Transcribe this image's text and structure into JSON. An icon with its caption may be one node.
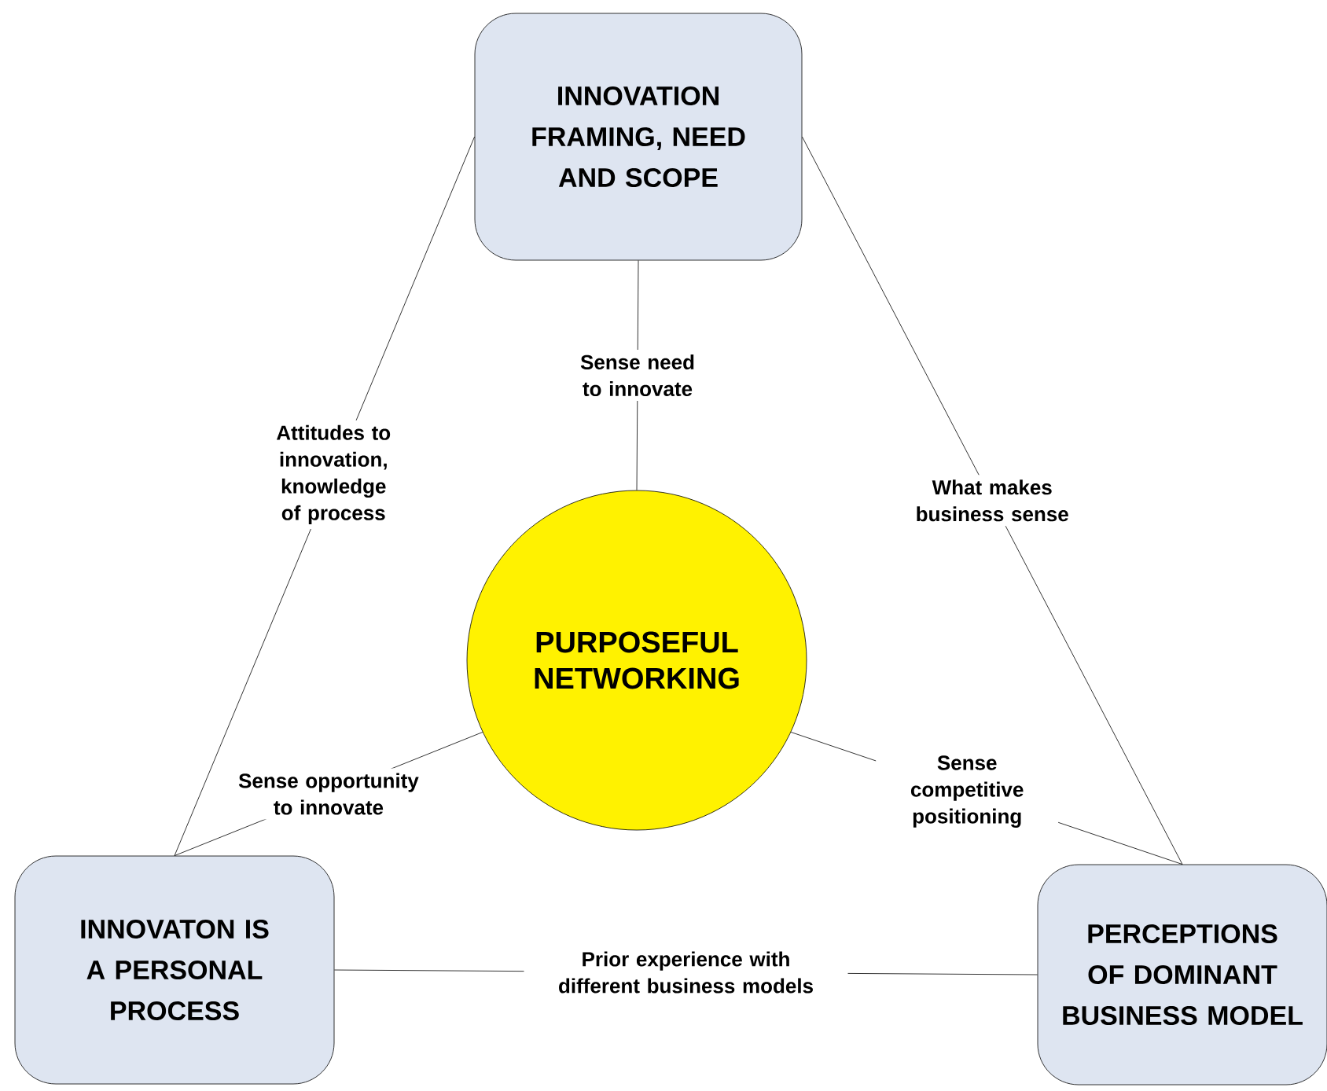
{
  "diagram": {
    "nodes": [
      {
        "text": [
          "INNOVATION FRAMING, NEED AND SCOPE"
        ]
      },
      {
        "text": [
          "PURPOSEFUL NETWORKING"
        ]
      },
      {
        "text": [
          "INNOVATON IS A PERSONAL PROCESS"
        ]
      },
      {
        "text": [
          "PERCEPTIONS OF DOMINANT BUSINESS MODEL"
        ]
      }
    ],
    "edges": [
      {
        "from": 0,
        "to": 1,
        "arrow": "none",
        "label": "Sense need to innovate"
      },
      {
        "from": 0,
        "to": 2,
        "arrow": "none",
        "label": "Attitudes to innovation, knowledge of process"
      },
      {
        "from": 0,
        "to": 3,
        "arrow": "none",
        "label": "What makes business sense"
      },
      {
        "from": 1,
        "to": 2,
        "arrow": "none",
        "label": "Sense opportunity to innovate"
      },
      {
        "from": 1,
        "to": 3,
        "arrow": "none",
        "label": "Sense competitive positioning"
      },
      {
        "from": 2,
        "to": 3,
        "arrow": "none",
        "label": "Prior experience with different business models"
      }
    ]
  }
}
